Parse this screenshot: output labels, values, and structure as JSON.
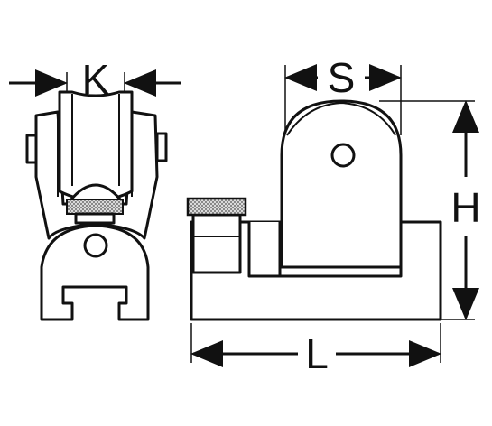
{
  "dimensions": {
    "k": "K",
    "s": "S",
    "h": "H",
    "l": "L"
  },
  "colors": {
    "line": "#111111",
    "background": "#ffffff",
    "knurl": "#cfcfcf"
  }
}
